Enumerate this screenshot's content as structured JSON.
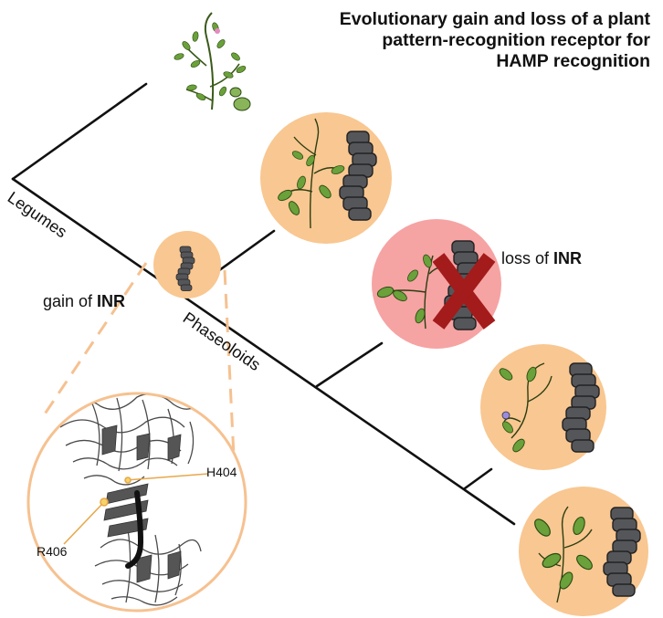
{
  "title": {
    "line1": "Evolutionary gain and loss of a plant",
    "line2": "pattern-recognition receptor for",
    "line3": "HAMP recognition"
  },
  "clades": {
    "legumes": "Legumes",
    "phaseoloids": "Phaseoloids"
  },
  "events": {
    "gain_prefix": "gain of ",
    "gain_gene": "INR",
    "loss_prefix": "loss of ",
    "loss_gene": "INR"
  },
  "structure_labels": {
    "h404": "H404",
    "r406": "R406"
  },
  "colors": {
    "present": "#f9c791",
    "lost": "#f6a3a3",
    "receptor": "#55565a",
    "cross": "#a31b1b",
    "branch": "#111111",
    "leaf": "#6aa13a",
    "inset_border": "#f6c190"
  }
}
